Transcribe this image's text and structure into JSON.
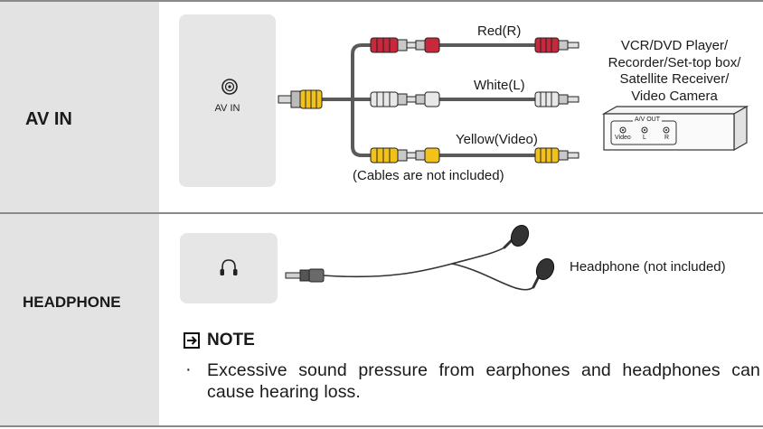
{
  "av_in": {
    "row_label": "AV IN",
    "port_label": "AV IN",
    "cables": {
      "red": "Red(R)",
      "white": "White(L)",
      "yellow": "Yellow(Video)"
    },
    "cables_note": "(Cables are not included)",
    "devices": [
      "VCR/DVD Player/",
      "Recorder/Set-top box/",
      "Satellite Receiver/",
      "Video Camera"
    ],
    "device_panel": {
      "title": "A/V OUT",
      "ports": [
        "Video",
        "L",
        "R"
      ]
    },
    "colors": {
      "red": "#c8283c",
      "white": "#e8e8e8",
      "yellow": "#f2c21a"
    }
  },
  "headphone": {
    "row_label": "HEADPHONE",
    "device_label": "Headphone (not included)",
    "note_title": "NOTE",
    "note_bullet": "·",
    "note_text": "Excessive sound pressure from earphones and headphones can cause hearing loss."
  }
}
